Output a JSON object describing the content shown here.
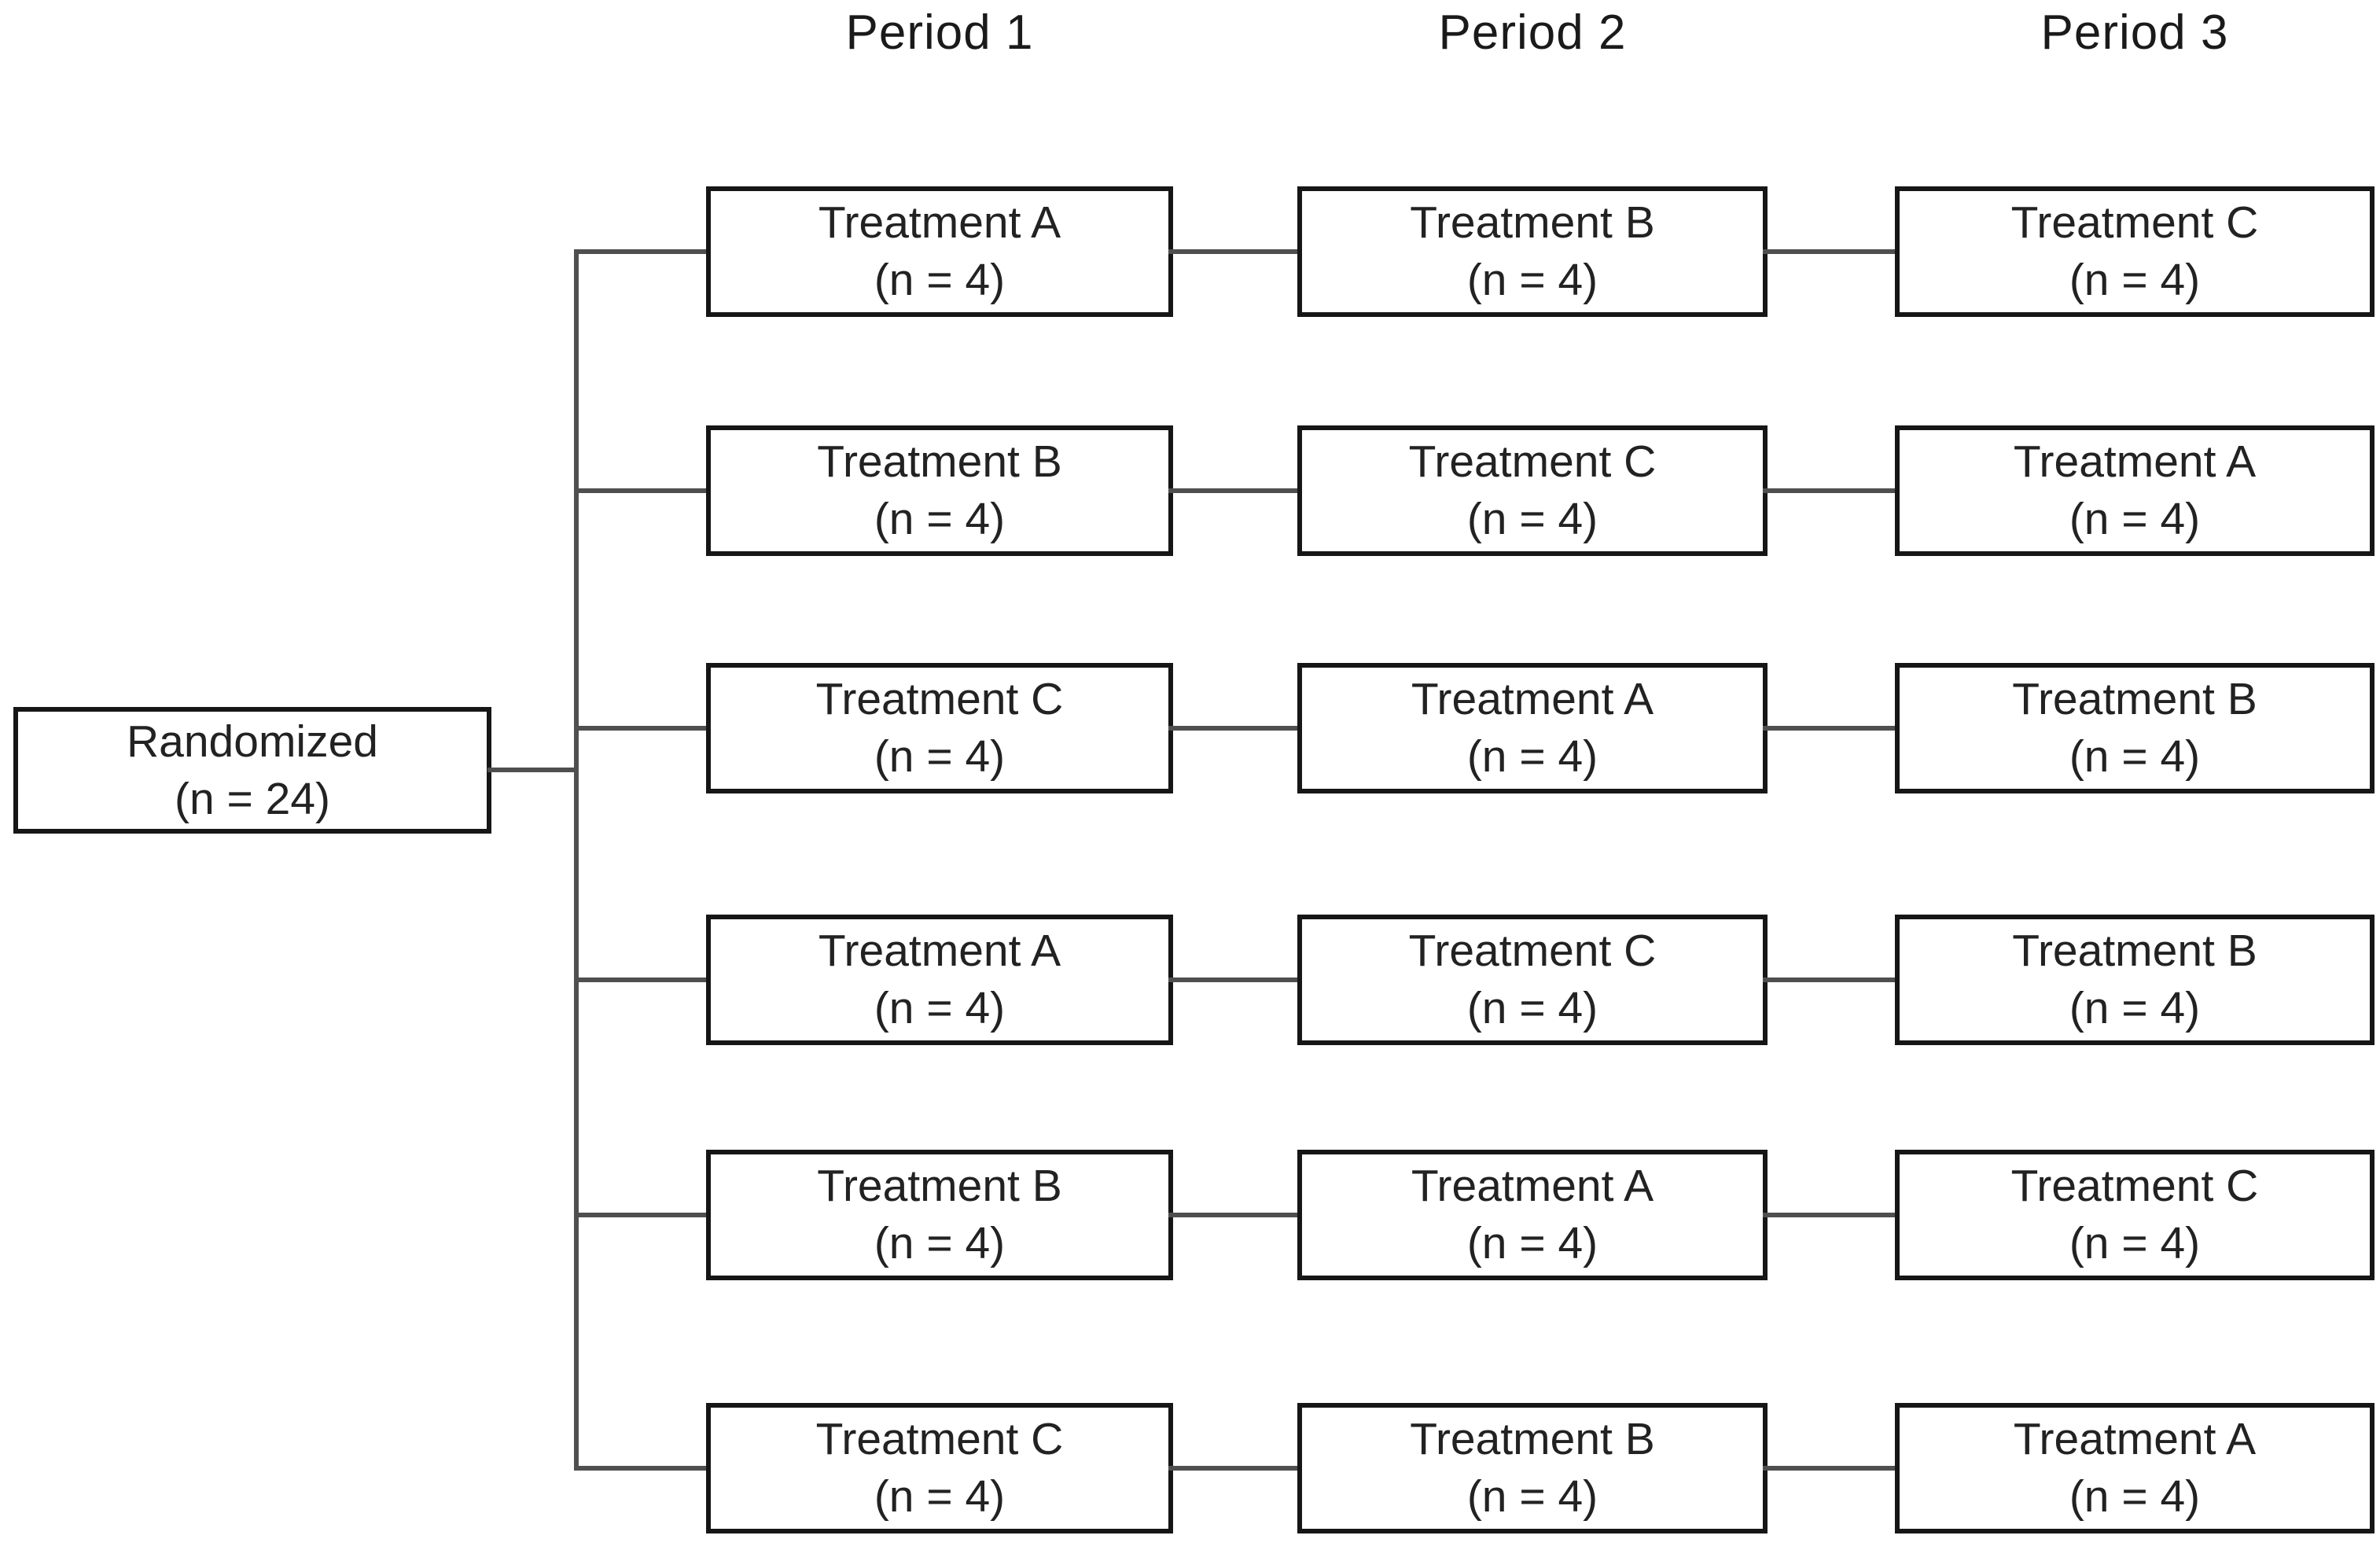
{
  "title": "Randomized three-period crossover study design diagram",
  "headers": {
    "period1": "Period 1",
    "period2": "Period 2",
    "period3": "Period 3"
  },
  "root": {
    "line1": "Randomized",
    "line2": "(n = 24)"
  },
  "sequences": [
    {
      "period1": {
        "line1": "Treatment A",
        "line2": "(n = 4)"
      },
      "period2": {
        "line1": "Treatment B",
        "line2": "(n = 4)"
      },
      "period3": {
        "line1": "Treatment C",
        "line2": "(n = 4)"
      }
    },
    {
      "period1": {
        "line1": "Treatment B",
        "line2": "(n = 4)"
      },
      "period2": {
        "line1": "Treatment C",
        "line2": "(n = 4)"
      },
      "period3": {
        "line1": "Treatment A",
        "line2": "(n = 4)"
      }
    },
    {
      "period1": {
        "line1": "Treatment C",
        "line2": "(n = 4)"
      },
      "period2": {
        "line1": "Treatment A",
        "line2": "(n = 4)"
      },
      "period3": {
        "line1": "Treatment B",
        "line2": "(n = 4)"
      }
    },
    {
      "period1": {
        "line1": "Treatment A",
        "line2": "(n = 4)"
      },
      "period2": {
        "line1": "Treatment C",
        "line2": "(n = 4)"
      },
      "period3": {
        "line1": "Treatment B",
        "line2": "(n = 4)"
      }
    },
    {
      "period1": {
        "line1": "Treatment B",
        "line2": "(n = 4)"
      },
      "period2": {
        "line1": "Treatment A",
        "line2": "(n = 4)"
      },
      "period3": {
        "line1": "Treatment C",
        "line2": "(n = 4)"
      }
    },
    {
      "period1": {
        "line1": "Treatment C",
        "line2": "(n = 4)"
      },
      "period2": {
        "line1": "Treatment B",
        "line2": "(n = 4)"
      },
      "period3": {
        "line1": "Treatment A",
        "line2": "(n = 4)"
      }
    }
  ],
  "colors": {
    "background": "#ffffff",
    "box_border": "#161616",
    "box_fill": "#ffffff",
    "connector": "#4f4f4f",
    "text": "#222222"
  }
}
